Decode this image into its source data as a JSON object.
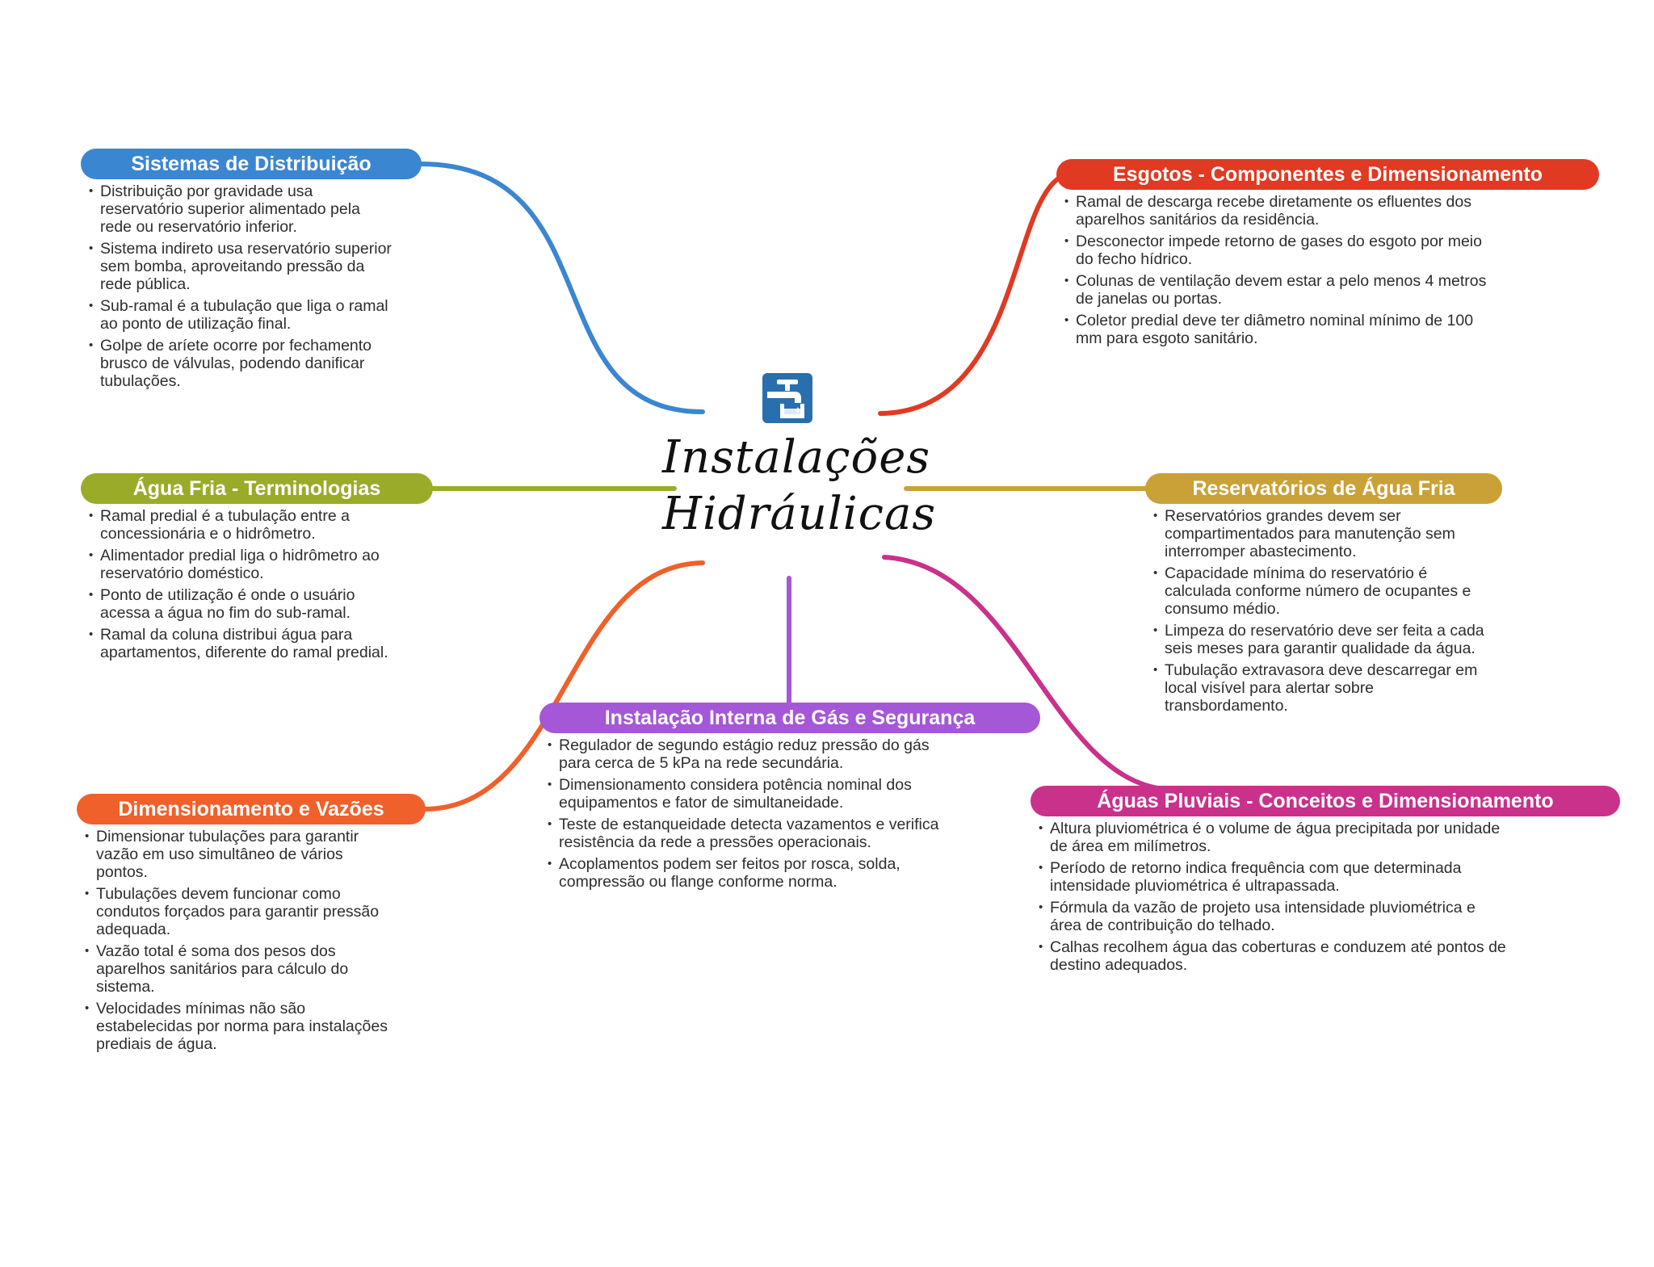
{
  "center": {
    "title_line1": "Instalações",
    "title_line2": "Hidráulicas",
    "icon": "water-faucet-icon"
  },
  "colors": {
    "sistemas": "#3a86d1",
    "esgotos": "#e03a22",
    "agua_fria": "#9aab2a",
    "reservatorios": "#c9a137",
    "dimensionamento": "#f0602a",
    "gas": "#a457d6",
    "pluviais": "#c9318b",
    "icon_bg": "#2a6fad"
  },
  "branches": {
    "sistemas": {
      "title": "Sistemas de Distribuição",
      "items": [
        "Distribuição por gravidade usa reservatório superior alimentado pela rede ou reservatório inferior.",
        "Sistema indireto usa reservatório superior sem bomba, aproveitando pressão da rede pública.",
        "Sub-ramal é a tubulação que liga o ramal ao ponto de utilização final.",
        "Golpe de aríete ocorre por fechamento brusco de válvulas, podendo danificar tubulações."
      ]
    },
    "esgotos": {
      "title": "Esgotos - Componentes e Dimensionamento",
      "items": [
        "Ramal de descarga recebe diretamente os efluentes dos aparelhos sanitários da residência.",
        "Desconector impede retorno de gases do esgoto por meio do fecho hídrico.",
        "Colunas de ventilação devem estar a pelo menos 4 metros de janelas ou portas.",
        "Coletor predial deve ter diâmetro nominal mínimo de 100 mm para esgoto sanitário."
      ]
    },
    "agua_fria": {
      "title": "Água Fria - Terminologias",
      "items": [
        "Ramal predial é a tubulação entre a concessionária e o hidrômetro.",
        "Alimentador predial liga o hidrômetro ao reservatório doméstico.",
        "Ponto de utilização é onde o usuário acessa a água no fim do sub-ramal.",
        "Ramal da coluna distribui água para apartamentos, diferente do ramal predial."
      ]
    },
    "reservatorios": {
      "title": "Reservatórios de Água Fria",
      "items": [
        "Reservatórios grandes devem ser compartimentados para manutenção sem interromper abastecimento.",
        "Capacidade mínima do reservatório é calculada conforme número de ocupantes e consumo médio.",
        "Limpeza do reservatório deve ser feita a cada seis meses para garantir qualidade da água.",
        "Tubulação extravasora deve descarregar em local visível para alertar sobre transbordamento."
      ]
    },
    "dimensionamento": {
      "title": "Dimensionamento e Vazões",
      "items": [
        "Dimensionar tubulações para garantir vazão em uso simultâneo de vários pontos.",
        "Tubulações devem funcionar como condutos forçados para garantir pressão adequada.",
        "Vazão total é soma dos pesos dos aparelhos sanitários para cálculo do sistema.",
        "Velocidades mínimas não são estabelecidas por norma para instalações prediais de água."
      ]
    },
    "gas": {
      "title": "Instalação Interna de Gás e Segurança",
      "items": [
        "Regulador de segundo estágio reduz pressão do gás para cerca de 5 kPa na rede secundária.",
        "Dimensionamento considera potência nominal dos equipamentos e fator de simultaneidade.",
        "Teste de estanqueidade detecta vazamentos e verifica resistência da rede a pressões operacionais.",
        "Acoplamentos podem ser feitos por rosca, solda, compressão ou flange conforme norma."
      ]
    },
    "pluviais": {
      "title": "Águas Pluviais - Conceitos e Dimensionamento",
      "items": [
        "Altura pluviométrica é o volume de água precipitada por unidade de área em milímetros.",
        "Período de retorno indica frequência com que determinada intensidade pluviométrica é ultrapassada.",
        "Fórmula da vazão de projeto usa intensidade pluviométrica e área de contribuição do telhado.",
        "Calhas recolhem água das coberturas e conduzem até pontos de destino adequados."
      ]
    }
  }
}
